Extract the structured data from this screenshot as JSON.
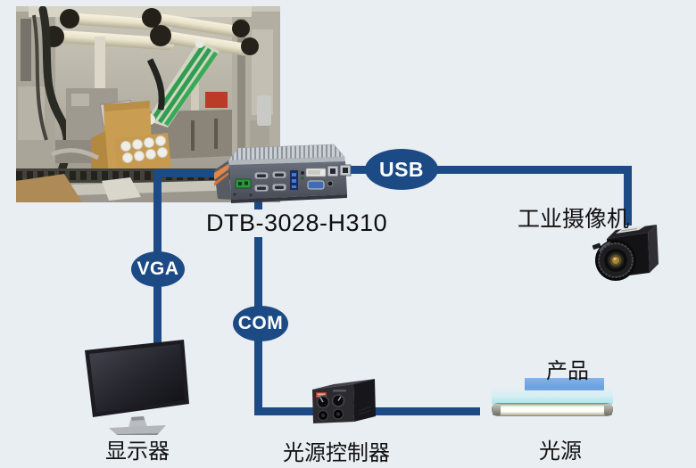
{
  "page": {
    "background": "#e9eef3"
  },
  "computer": {
    "model": "DTB-3028-H310",
    "kind": "fanless embedded industrial computer"
  },
  "connections": [
    {
      "port": "USB",
      "from": "DTB-3028-H310",
      "to": "工业摄像机"
    },
    {
      "port": "VGA",
      "from": "DTB-3028-H310",
      "to": "显示器"
    },
    {
      "port": "COM",
      "from": "DTB-3028-H310",
      "to": "光源控制器"
    }
  ],
  "devices": {
    "camera": {
      "label": "工业摄像机"
    },
    "monitor": {
      "label": "显示器"
    },
    "light_controller": {
      "label": "光源控制器"
    },
    "light_source": {
      "label": "光源"
    },
    "product": {
      "label": "产品"
    }
  },
  "photo": {
    "content": "factory machine-vision inspection line photo"
  },
  "colors": {
    "connection_line": "#1c4a84",
    "badge_fill": "#1c4a84",
    "badge_text": "#ffffff",
    "label_text": "#111111",
    "product_bar": "#6da2e2",
    "background": "#e9eef3"
  }
}
